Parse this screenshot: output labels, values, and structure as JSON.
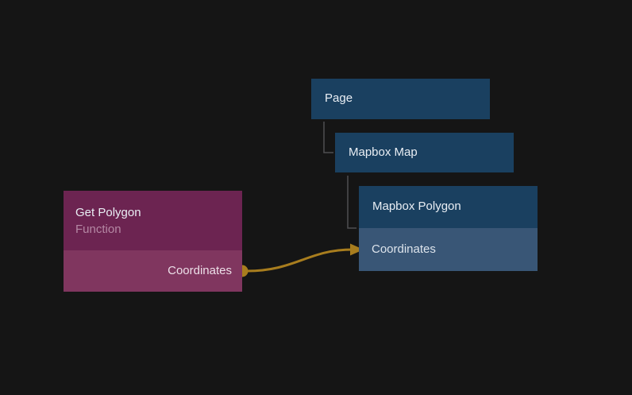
{
  "colors": {
    "background": "#151515",
    "node-blue": "#1a4060",
    "node-blue-row": "#395676",
    "node-purple": "#6c2451",
    "node-purple-row": "#80365f",
    "title-text": "#e9eef4",
    "subtitle-text": "#b588a4",
    "row-text-blue": "#dde4ec",
    "row-text-purple": "#ecdfe8",
    "wire": "#a87d1e",
    "tree-line": "#4f4f52"
  },
  "nodes": {
    "page": {
      "title": "Page"
    },
    "mapbox_map": {
      "title": "Mapbox Map"
    },
    "mapbox_polygon": {
      "title": "Mapbox Polygon",
      "input_label": "Coordinates"
    },
    "get_polygon": {
      "title": "Get Polygon",
      "subtitle": "Function",
      "output_label": "Coordinates"
    }
  },
  "connection": {
    "from_node": "Get Polygon",
    "from_port": "Coordinates",
    "to_node": "Mapbox Polygon",
    "to_port": "Coordinates"
  }
}
